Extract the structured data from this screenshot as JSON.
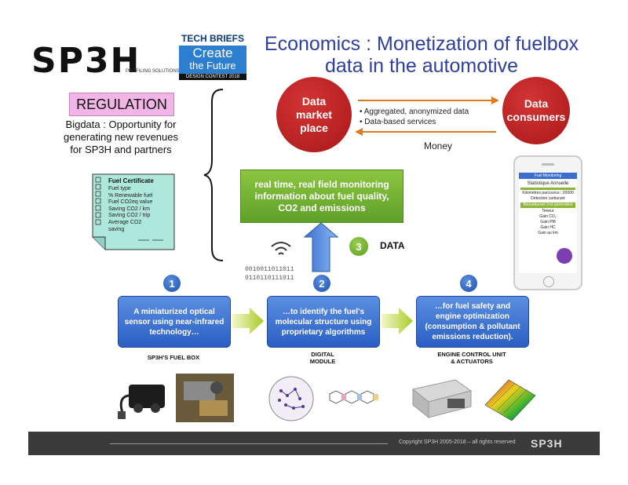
{
  "header": {
    "logo_text": "SP3H",
    "logo_subtitle": "PROFILING SOLUTIONS",
    "techbriefs_top": "TECH BRIEFS",
    "techbriefs_line1": "Create",
    "techbriefs_line2": "the Future",
    "techbriefs_bottom": "DESIGN CONTEST 2018",
    "title_line1": "Economics : Monetization of fuelbox",
    "title_line2": "data in the automotive"
  },
  "regulation": {
    "label": "REGULATION",
    "text_line1": "Bigdata : Opportunity for",
    "text_line2": "generating new revenues",
    "text_line3": "for SP3H and partners"
  },
  "certificate": {
    "title": "Fuel Certificate",
    "items": [
      "Fuel type",
      "% Renewable fuel",
      "Fuel CO2eq value",
      "Saving CO2 / km",
      "Saving CO2 / trip",
      "Average CO2",
      "saving"
    ]
  },
  "market": {
    "market_line1": "Data",
    "market_line2": "market",
    "market_line3": "place",
    "consumers_line1": "Data",
    "consumers_line2": "consumers",
    "bullet1": "• Aggregated, anonymized data",
    "bullet2": "• Data-based services",
    "money": "Money"
  },
  "realtime": {
    "line1": "real time, real field monitoring",
    "line2": "information about fuel quality,",
    "line3": "CO2 and emissions"
  },
  "phone": {
    "header": "Fuel Monitoring",
    "line1": "Statistique Annuelle",
    "line2": "Kilomètres parcourus : 20000",
    "line3": "Détection carburant",
    "line4": "Biocarburant 2nd génération",
    "line5": "Teneur",
    "line6": "Gain CO₂",
    "line7": "Gain PM",
    "line8": "Gain HC",
    "line9": "Gain au km"
  },
  "data_section": {
    "binary_line1": "0010011011011",
    "binary_line2": "0110110111011",
    "step3": "3",
    "data_label": "DATA"
  },
  "steps": [
    {
      "num": "1",
      "line1": "A miniaturized optical",
      "line2": "sensor using near-infrared",
      "line3": "technology…",
      "caption1": "SP3H'S FUEL BOX",
      "caption2": ""
    },
    {
      "num": "2",
      "line1": "…to identify the fuel's",
      "line2": "molecular structure using",
      "line3": "proprietary algorithms",
      "caption1": "DIGITAL",
      "caption2": "MODULE"
    },
    {
      "num": "4",
      "line1": "…for fuel safety and",
      "line2": "engine optimization",
      "line3": "(consumption & pollutant",
      "line4": "emissions reduction).",
      "caption1": "ENGINE CONTROL UNIT",
      "caption2": "& ACTUATORS"
    }
  ],
  "footer": {
    "copyright": "Copyright   SP3H   2005-2018 – all rights reserved",
    "logo": "SP3H"
  },
  "colors": {
    "title_blue": "#2e3f9e",
    "red_circle": "#c02424",
    "green_box": "#6db33f",
    "blue_box": "#3b6fd0",
    "orange_arrow": "#e07a1e",
    "regulation_pink": "#f2b6e6"
  }
}
